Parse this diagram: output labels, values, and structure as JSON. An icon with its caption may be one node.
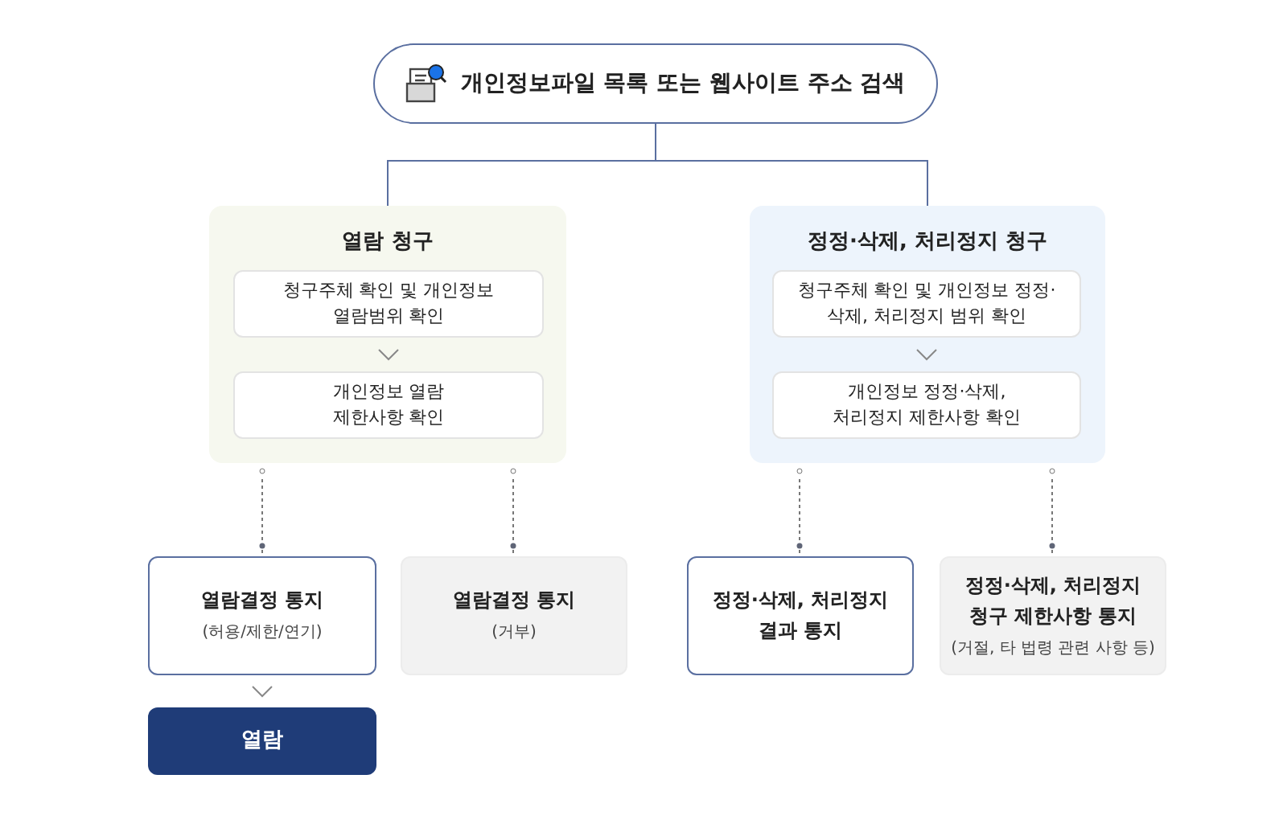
{
  "diagram": {
    "nodes": [
      {
        "text": [
          "개인정보파일 목록 또는 웹사이트 주소 검색"
        ]
      },
      {
        "text": [
          "열람 청구"
        ]
      },
      {
        "text": [
          "청구주체 확인 및 개인정보 열람범위 확인"
        ],
        "in": 1
      },
      {
        "text": [
          "개인정보 열람 제한사항 확인"
        ],
        "in": 1
      },
      {
        "text": [
          "정정·삭제, 처리정지 청구"
        ]
      },
      {
        "text": [
          "청구주체 확인 및 개인정보 정정·삭제, 처리정지 범위 확인"
        ],
        "in": 4
      },
      {
        "text": [
          "개인정보 정정·삭제, 처리정지 제한사항 확인"
        ],
        "in": 4
      },
      {
        "text": [
          "열람결정 통지",
          "(허용/제한/연기)"
        ]
      },
      {
        "text": [
          "열람결정 통지",
          "(거부)"
        ]
      },
      {
        "text": [
          "정정·삭제, 처리정지 결과 통지"
        ]
      },
      {
        "text": [
          "정정·삭제, 처리정지 청구 제한사항 통지",
          "(거절, 타 법령 관련 사항 등)"
        ]
      },
      {
        "text": [
          "열람"
        ]
      }
    ],
    "edges": [
      {
        "from": 0,
        "to": 1,
        "arrow": "none"
      },
      {
        "from": 0,
        "to": 4,
        "arrow": "none"
      },
      {
        "from": 2,
        "to": 3,
        "arrow": "to"
      },
      {
        "from": 5,
        "to": 6,
        "arrow": "to"
      },
      {
        "from": 1,
        "to": 7,
        "arrow": "other",
        "style": "dashed"
      },
      {
        "from": 1,
        "to": 8,
        "arrow": "other",
        "style": "dashed"
      },
      {
        "from": 4,
        "to": 9,
        "arrow": "other",
        "style": "dashed"
      },
      {
        "from": 4,
        "to": 10,
        "arrow": "other",
        "style": "dashed"
      },
      {
        "from": 7,
        "to": 11,
        "arrow": "to"
      }
    ]
  }
}
